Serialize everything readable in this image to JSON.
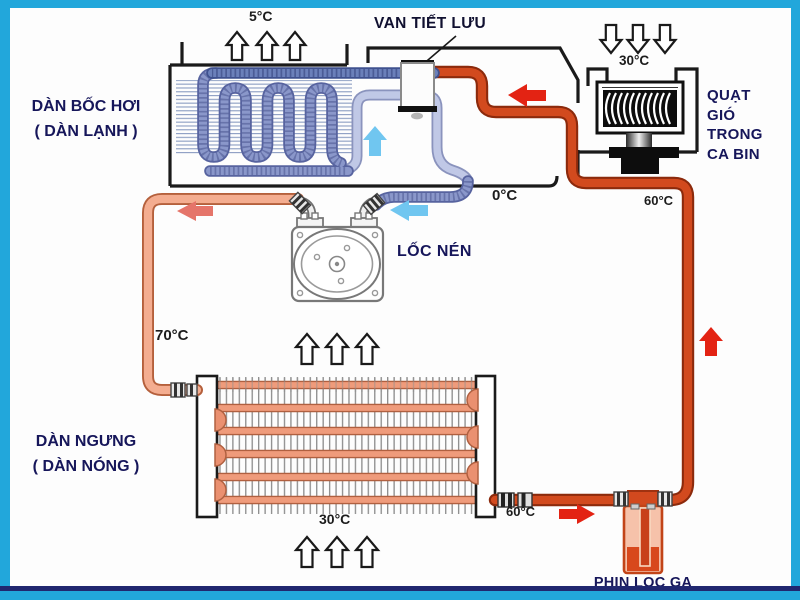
{
  "diagram": {
    "labels": {
      "expansion_valve": "VAN TIẾT LƯU",
      "evaporator_line1": "DÀN BỐC HƠI",
      "evaporator_line2": "( DÀN LẠNH )",
      "cabin_fan_line1": "QUẠT",
      "cabin_fan_line2": "GIÓ",
      "cabin_fan_line3": "TRONG",
      "cabin_fan_line4": "CA BIN",
      "compressor": "LỐC NÉN",
      "condenser_line1": "DÀN NGƯNG",
      "condenser_line2": "( DÀN NÓNG )",
      "receiver_drier": "PHIN LỌC GA"
    },
    "temperatures": {
      "evaporator_air_out": "5°C",
      "cabin_air_in": "30°C",
      "compressor_suction": "0°C",
      "liquid_line_right": "60°C",
      "compressor_discharge": "70°C",
      "condenser_air_in": "30°C",
      "condenser_outlet": "60°C"
    },
    "colors": {
      "frame_cyan": "#22a7db",
      "frame_bottom_navy": "#20276f",
      "label_navy": "#16165a",
      "temperature_text": "#1c1c1c",
      "high_pressure_pipe_red": "#d24a1e",
      "discharge_pipe_salmon": "#f4ad90",
      "suction_tube_blue": "#8a97ca",
      "arrow_red": "#e32313",
      "arrow_blue": "#70c6f0",
      "arrow_salmon": "#e5756a"
    }
  }
}
